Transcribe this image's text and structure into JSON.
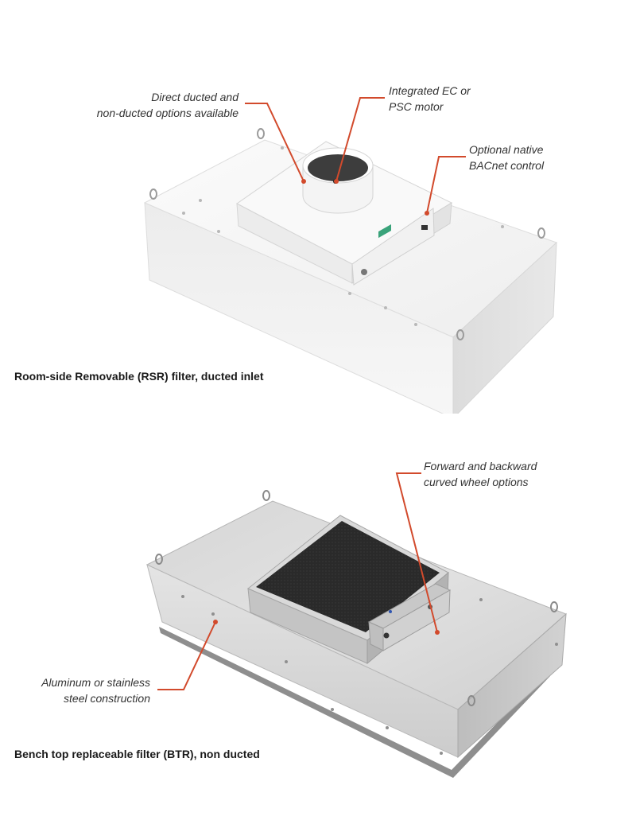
{
  "colors": {
    "callout_line": "#d24a2c",
    "text": "#333333"
  },
  "section1": {
    "caption": "Room-side Removable (RSR) filter, ducted inlet",
    "callouts": [
      {
        "lines": [
          "Direct ducted and",
          "non-ducted options available"
        ]
      },
      {
        "lines": [
          "Integrated EC or",
          "PSC motor"
        ]
      },
      {
        "lines": [
          "Optional native",
          "BACnet control"
        ]
      }
    ]
  },
  "section2": {
    "caption": "Bench top replaceable filter (BTR), non ducted",
    "callouts": [
      {
        "lines": [
          "Forward and backward",
          "curved wheel options"
        ]
      },
      {
        "lines": [
          "Aluminum or stainless",
          "steel construction"
        ]
      }
    ]
  }
}
